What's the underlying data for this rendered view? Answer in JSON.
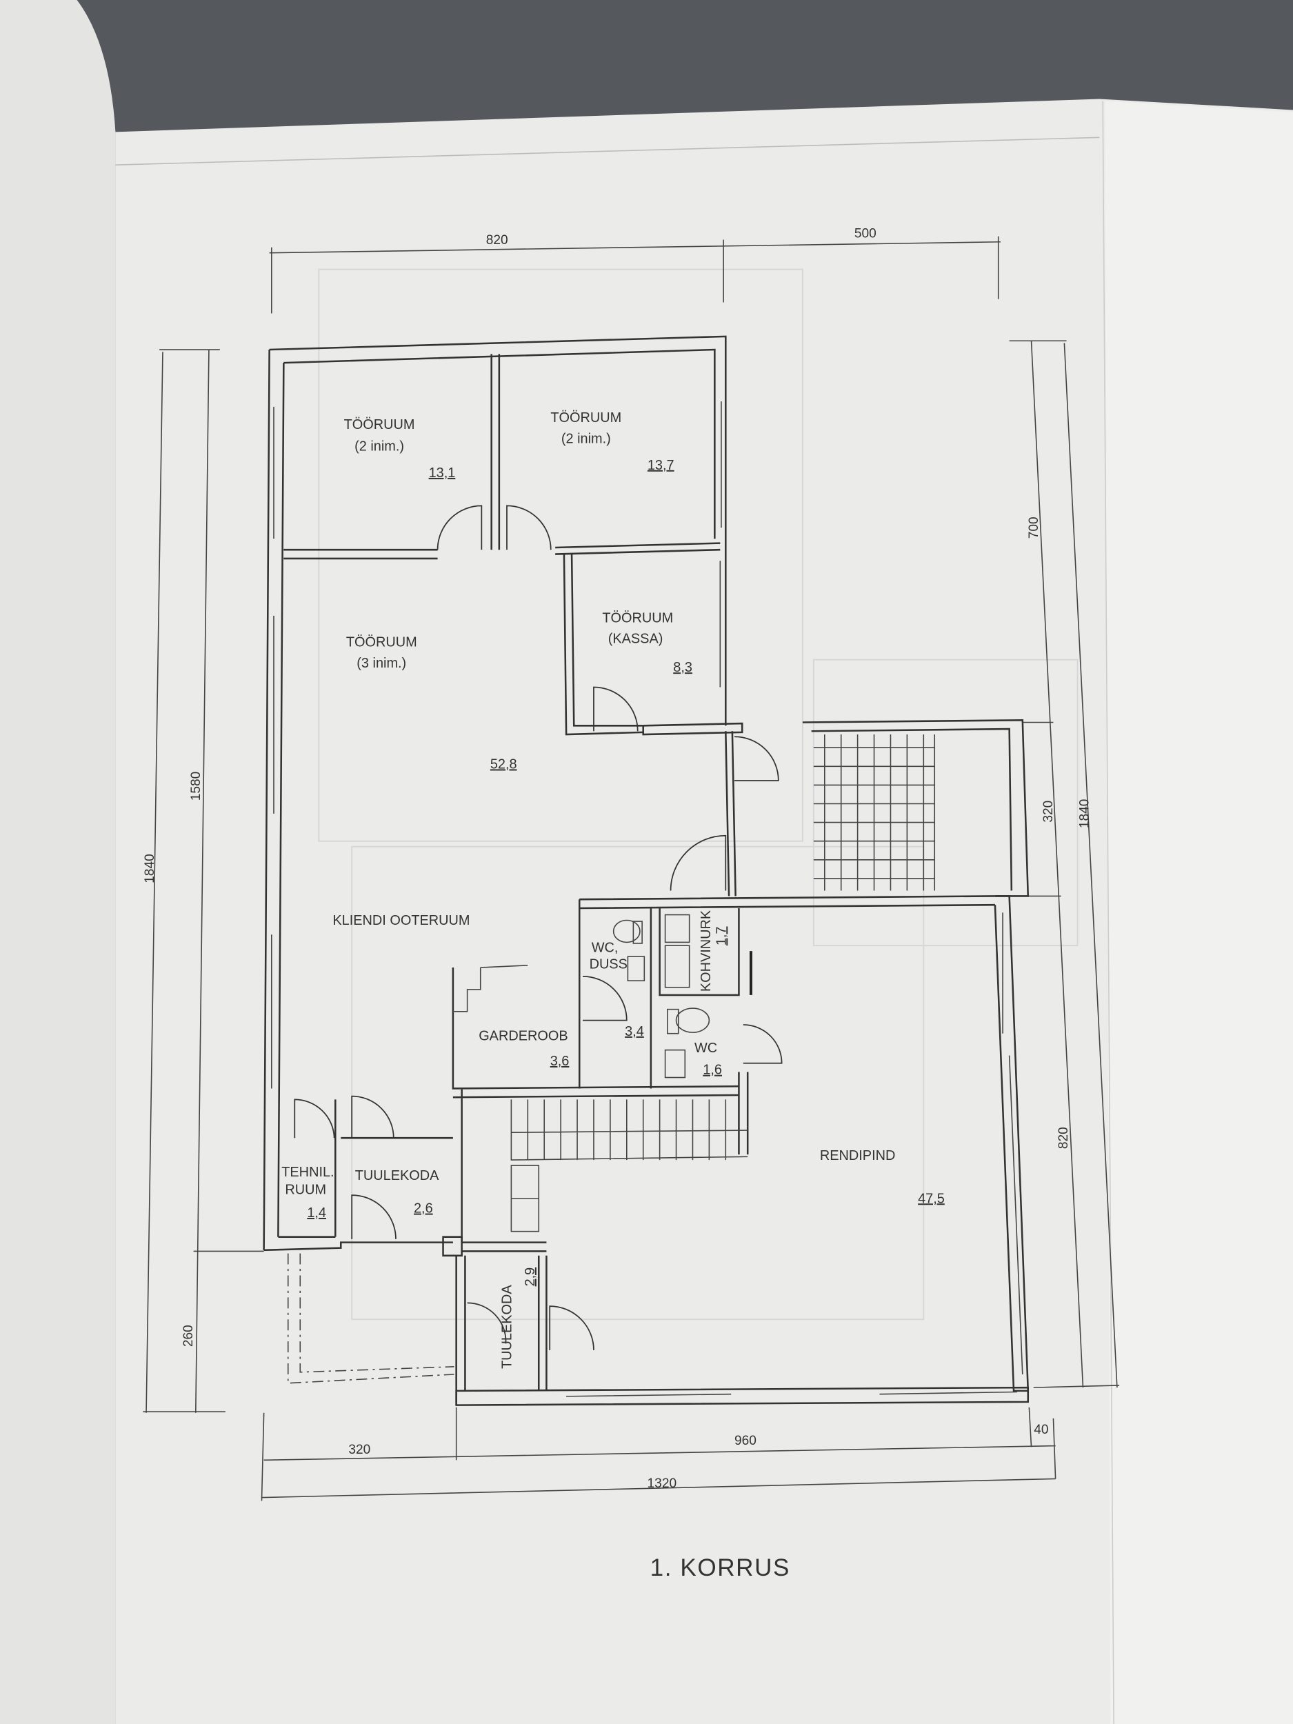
{
  "title": "1. KORRUS",
  "rooms": [
    {
      "name": "TÖÖRUUM",
      "sub": "(2 inim.)",
      "area": "13,1"
    },
    {
      "name": "TÖÖRUUM",
      "sub": "(2 inim.)",
      "area": "13,7"
    },
    {
      "name": "TÖÖRUUM",
      "sub": "(KASSA)",
      "area": "8,3"
    },
    {
      "name": "TÖÖRUUM",
      "sub": "(3 inim.)",
      "area": "52,8"
    },
    {
      "name": "KLIENDI OOTERUUM"
    },
    {
      "name": "WC,",
      "sub": "DUSS",
      "area": "3,4"
    },
    {
      "name": "KOHVINURK",
      "area": "1,7"
    },
    {
      "name": "WC",
      "area": "1,6"
    },
    {
      "name": "GARDEROOB",
      "area": "3,6"
    },
    {
      "name": "RENDIPIND",
      "area": "47,5"
    },
    {
      "name": "TEHNIL.",
      "sub": "RUUM",
      "area": "1,4"
    },
    {
      "name": "TUULEKODA",
      "area": "2,6"
    },
    {
      "name": "TUULEKODA",
      "area": "2,9"
    }
  ],
  "dimensions": {
    "top": [
      "820",
      "500"
    ],
    "left": [
      "1840",
      "1580",
      "260"
    ],
    "right": [
      "700",
      "320",
      "1840",
      "820"
    ],
    "bottom": [
      "320",
      "960",
      "40",
      "1320"
    ]
  }
}
